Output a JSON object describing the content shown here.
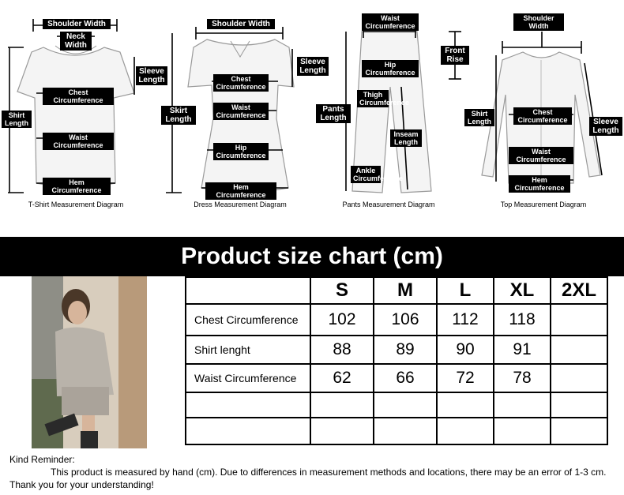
{
  "diagrams": {
    "tshirt": {
      "caption": "T-Shirt Measurement Diagram",
      "labels": {
        "shoulder": "Shoulder Width",
        "neck": "Neck Width",
        "sleeve": "Sleeve Length",
        "shirt": "Shirt Length",
        "chest": "Chest Circumference",
        "waist": "Waist Circumference",
        "hem": "Hem Circumference"
      }
    },
    "dress": {
      "caption": "Dress Measurement Diagram",
      "labels": {
        "shoulder": "Shoulder Width",
        "sleeve": "Sleeve Length",
        "skirt": "Skirt Length",
        "chest": "Chest Circumference",
        "waist": "Waist Circumference",
        "hip": "Hip Circumference",
        "hem": "Hem Circumference"
      }
    },
    "pants": {
      "caption": "Pants Measurement Diagram",
      "labels": {
        "waist": "Waist Circumference",
        "front_rise": "Front Rise",
        "hip": "Hip Circumference",
        "pants_length": "Pants Length",
        "thigh": "Thigh Circumference",
        "inseam": "Inseam Length",
        "ankle": "Ankle Circumference"
      }
    },
    "top": {
      "caption": "Top Measurement Diagram",
      "labels": {
        "shoulder": "Shoulder Width",
        "shirt": "Shirt Length",
        "chest": "Chest Circumference",
        "sleeve": "Sleeve Length",
        "waist": "Waist Circumference",
        "hem": "Hem Circumference"
      }
    }
  },
  "banner_title": "Product size chart  (cm)",
  "size_table": {
    "sizes": [
      "S",
      "M",
      "L",
      "XL",
      "2XL"
    ],
    "rows": [
      {
        "label": "Chest Circumference",
        "values": [
          "102",
          "106",
          "112",
          "118",
          ""
        ]
      },
      {
        "label": "Shirt lenght",
        "values": [
          "88",
          "89",
          "90",
          "91",
          ""
        ]
      },
      {
        "label": "Waist Circumference",
        "values": [
          "62",
          "66",
          "72",
          "78",
          ""
        ]
      },
      {
        "label": "",
        "values": [
          "",
          "",
          "",
          "",
          ""
        ]
      },
      {
        "label": "",
        "values": [
          "",
          "",
          "",
          "",
          ""
        ]
      }
    ]
  },
  "reminder": {
    "title": "Kind Reminder:",
    "body": "This product is measured by hand (cm). Due to differences in measurement methods and locations, there may be an error of 1-3 cm. Thank you for your understanding!"
  },
  "colors": {
    "banner": "#000000",
    "tag": "#000000"
  }
}
